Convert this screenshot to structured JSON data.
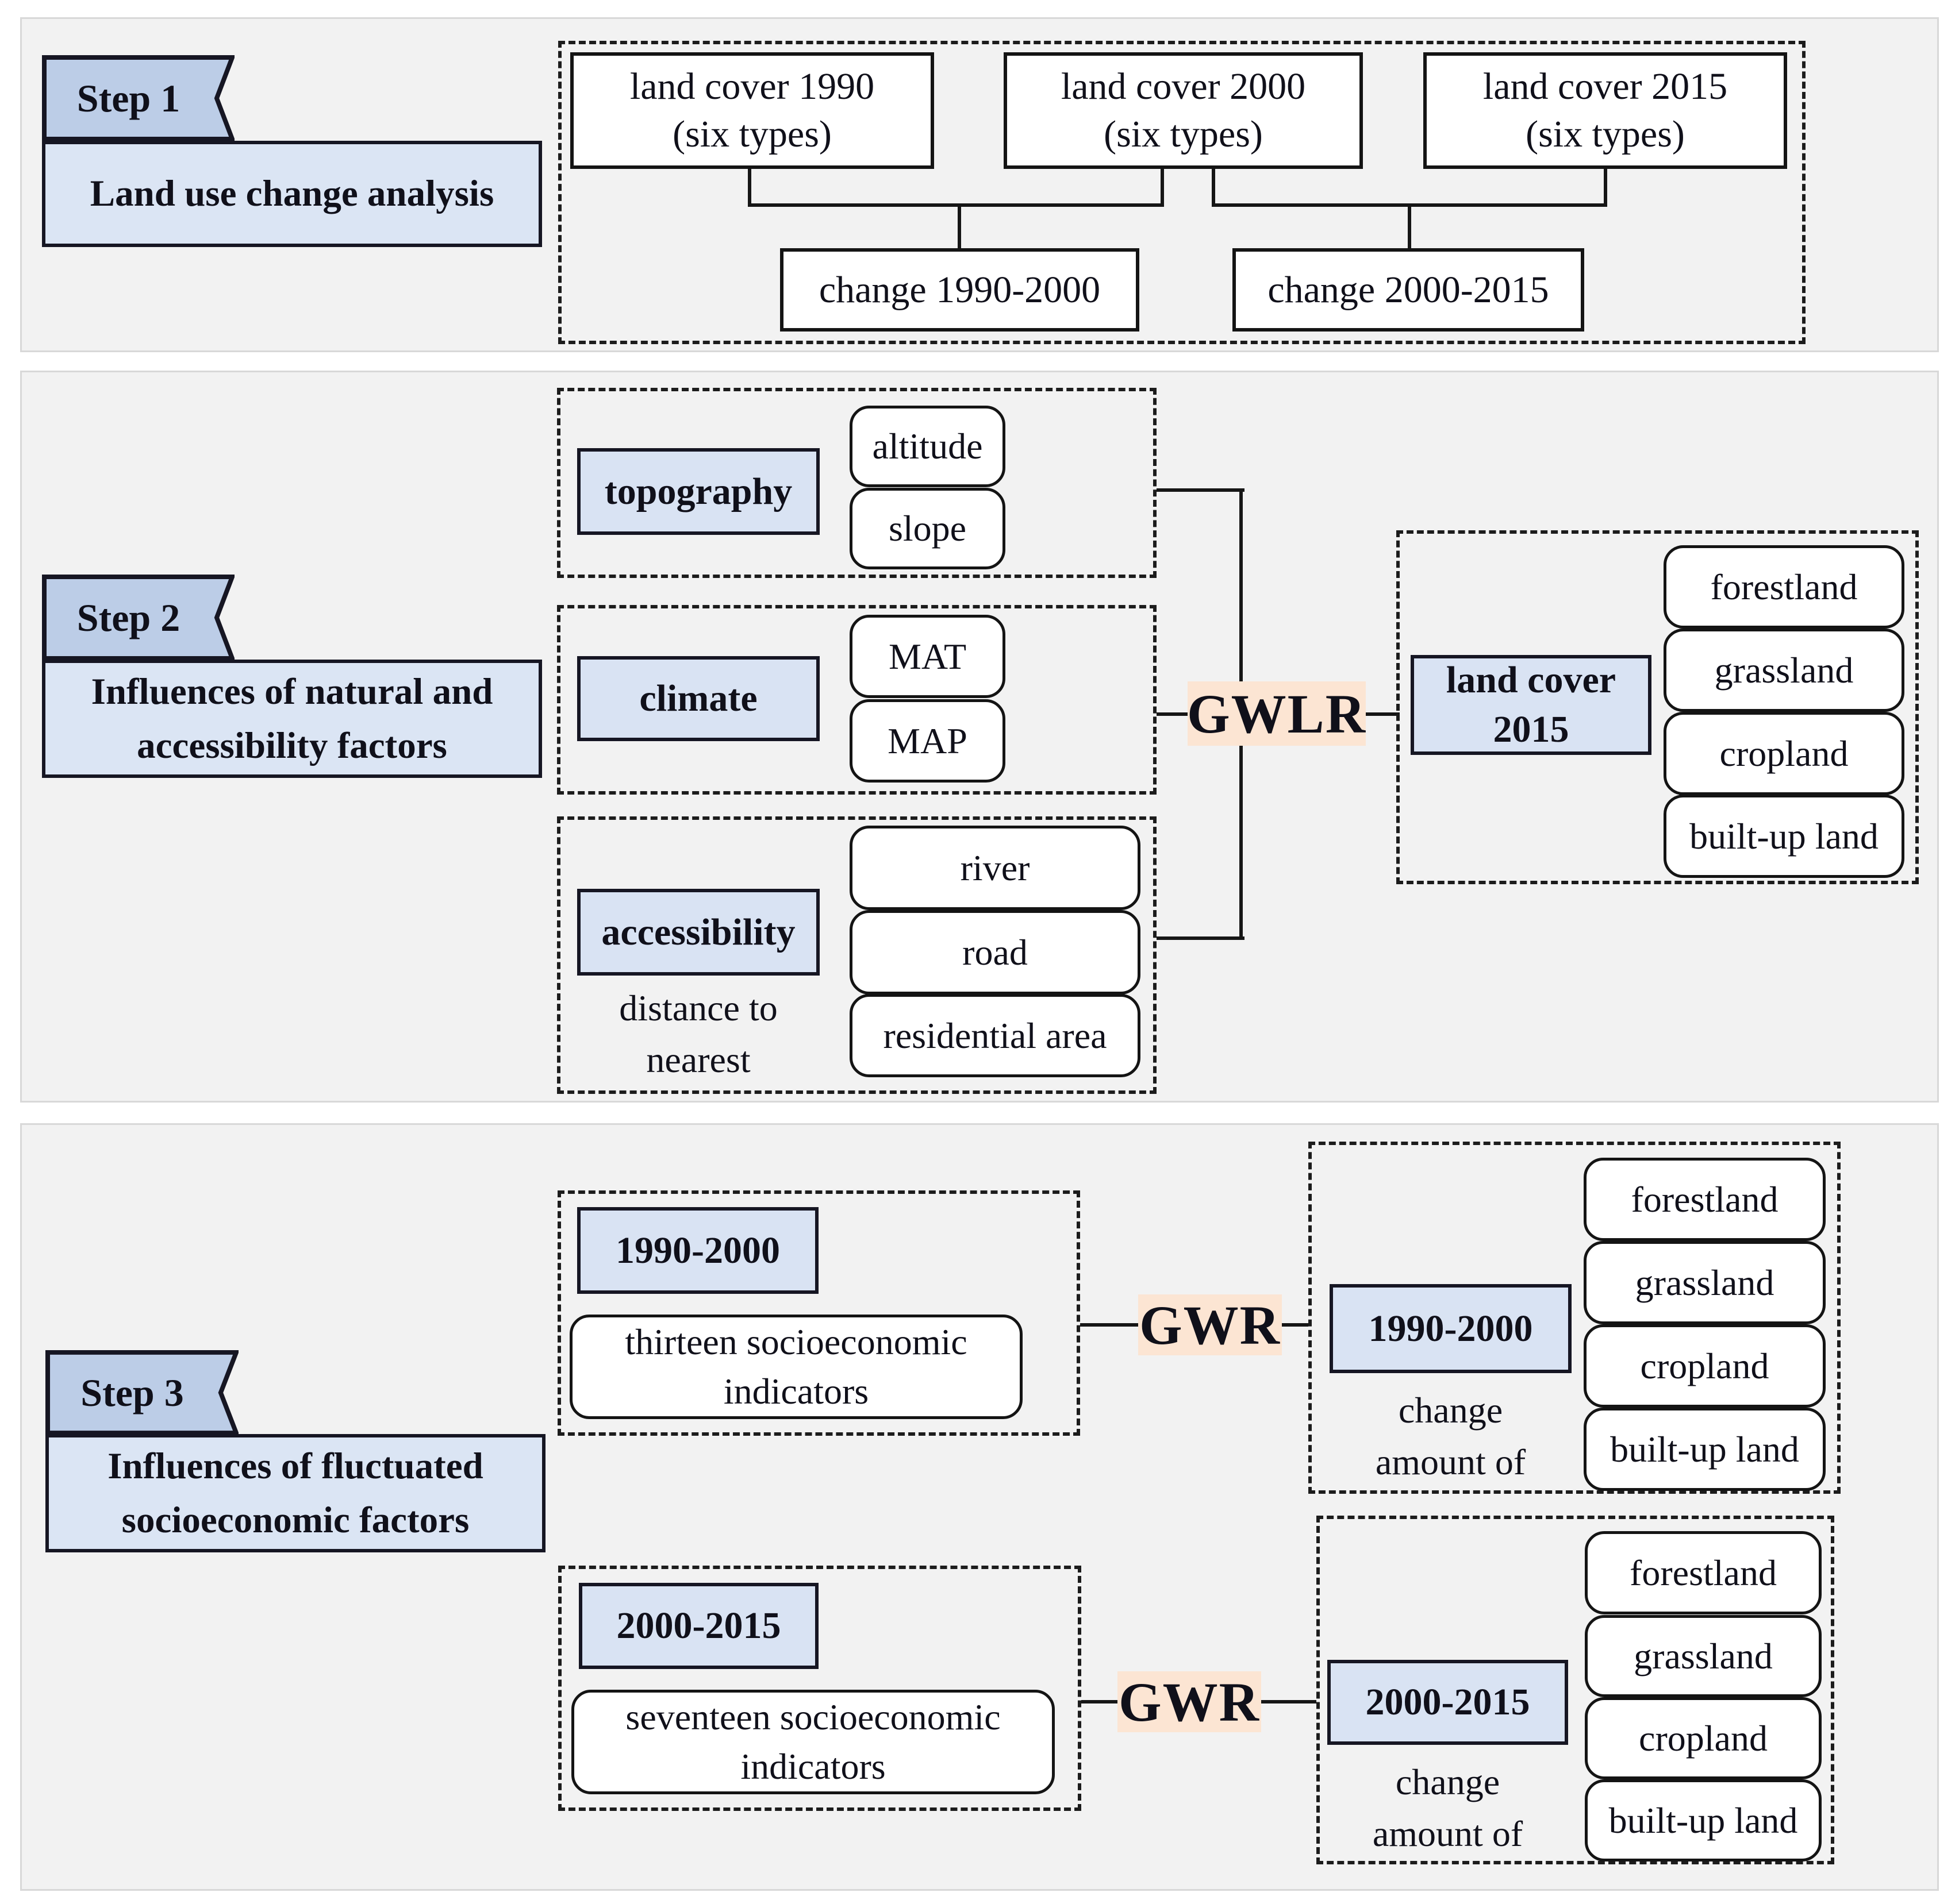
{
  "colors": {
    "flag_fill": "#bccde7",
    "title_fill": "#dbe5f4",
    "chip_fill": "#d9e3f3",
    "method_fill": "#fce5d3",
    "panel_bg": "#f2f2f2",
    "ink": "#141414"
  },
  "step1": {
    "flag_label": "Step 1",
    "title": "Land use change analysis",
    "land_cover_boxes": [
      {
        "line1": "land cover 1990",
        "line2": "(six types)"
      },
      {
        "line1": "land cover 2000",
        "line2": "(six types)"
      },
      {
        "line1": "land cover 2015",
        "line2": "(six types)"
      }
    ],
    "change_boxes": [
      "change 1990-2000",
      "change 2000-2015"
    ]
  },
  "step2": {
    "flag_label": "Step 2",
    "title_line1": "Influences of natural and",
    "title_line2": "accessibility factors",
    "topography": {
      "label": "topography",
      "items": [
        "altitude",
        "slope"
      ]
    },
    "climate": {
      "label": "climate",
      "items": [
        "MAT",
        "MAP"
      ]
    },
    "accessibility": {
      "label": "accessibility",
      "note_line1": "distance to",
      "note_line2": "nearest",
      "items": [
        "river",
        "road",
        "residential area"
      ]
    },
    "method_label": "GWLR",
    "output": {
      "label_line1": "land cover",
      "label_line2": "2015",
      "items": [
        "forestland",
        "grassland",
        "cropland",
        "built-up land"
      ]
    }
  },
  "step3": {
    "flag_label": "Step 3",
    "title_line1": "Influences of fluctuated",
    "title_line2": "socioeconomic factors",
    "analysis_1990_2000": {
      "period": "1990-2000",
      "indicators_line1": "thirteen socioeconomic",
      "indicators_line2": "indicators",
      "method_label": "GWR"
    },
    "output_1990_2000": {
      "period": "1990-2000",
      "note_line1": "change",
      "note_line2": "amount of",
      "items": [
        "forestland",
        "grassland",
        "cropland",
        "built-up land"
      ]
    },
    "analysis_2000_2015": {
      "period": "2000-2015",
      "indicators_line1": "seventeen socioeconomic",
      "indicators_line2": "indicators",
      "method_label": "GWR"
    },
    "output_2000_2015": {
      "period": "2000-2015",
      "note_line1": "change",
      "note_line2": "amount of",
      "items": [
        "forestland",
        "grassland",
        "cropland",
        "built-up land"
      ]
    }
  }
}
